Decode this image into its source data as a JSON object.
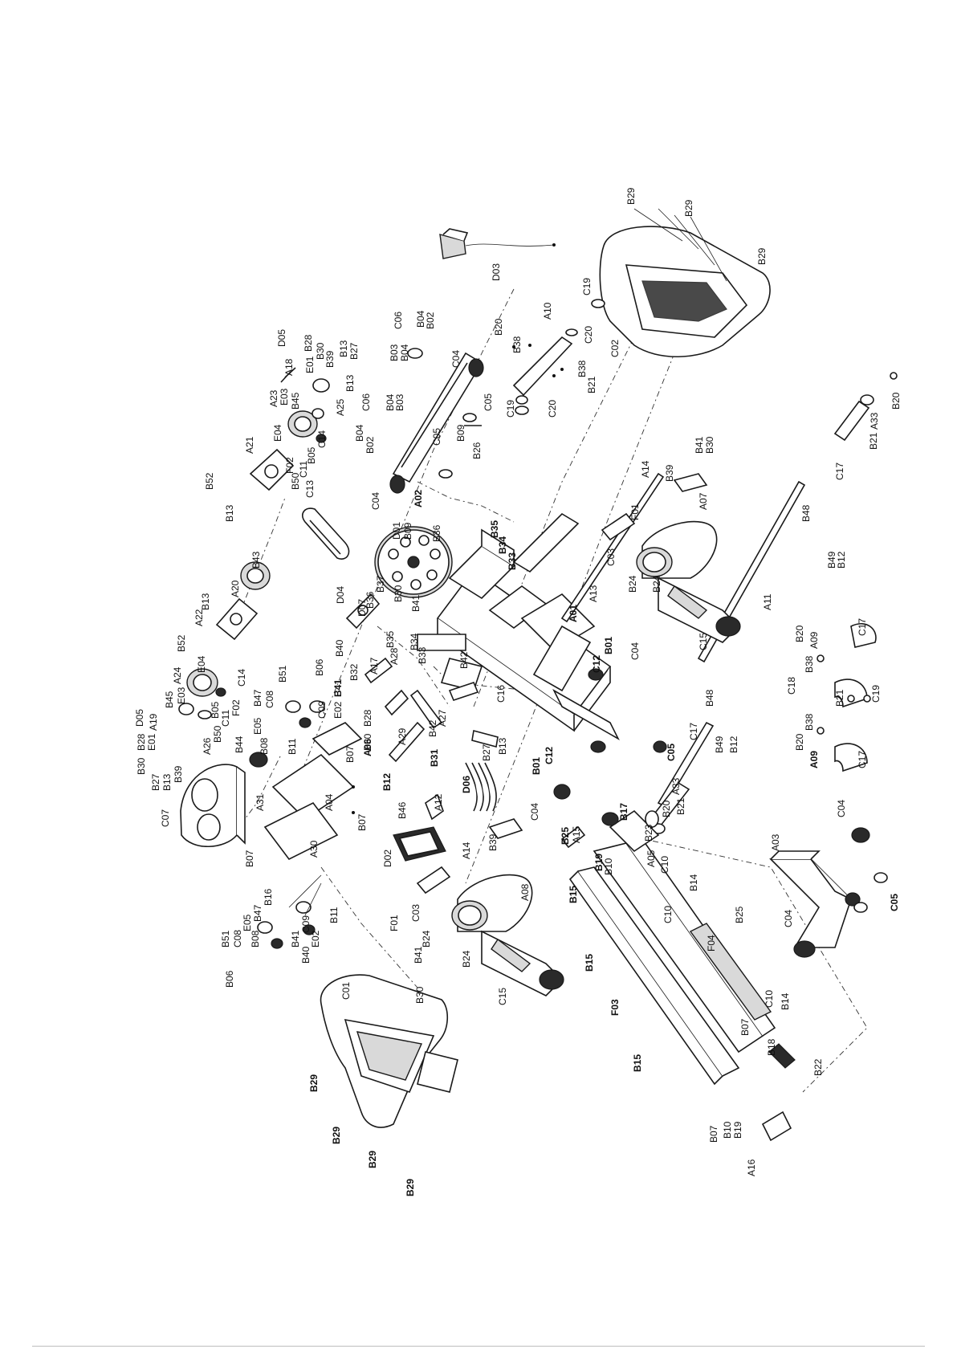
{
  "diagram": {
    "labels": {
      "b29_top": "B29",
      "b29_top2": "B29",
      "b29_right": "B29",
      "d03": "D03",
      "c02": "C02",
      "c19_a": "C19",
      "a10": "A10",
      "c20_a": "C20",
      "b20_a": "B20",
      "b38_a": "B38",
      "b38_b": "B38",
      "b21_a": "B21",
      "c20_b": "C20",
      "c19_b": "C19",
      "d05_a": "D05",
      "b28_a": "B28",
      "b30_a": "B30",
      "b13_a": "B13",
      "b27_a": "B27",
      "a18": "A18",
      "e01_a": "E01",
      "b39_a": "B39",
      "b13_b": "B13",
      "a25": "A25",
      "a23": "A23",
      "e03_a": "E03",
      "b45_a": "B45",
      "c14_a": "C14",
      "b05_a": "B05",
      "c11_a": "C11",
      "f02_a": "F02",
      "b50_a": "B50",
      "e04_a": "E04",
      "a21": "A21",
      "b52_a": "B52",
      "b13_c": "B13",
      "c13": "C13",
      "c06_a": "C06",
      "b04_a": "B04",
      "b02_a": "B02",
      "b03_a": "B03",
      "b04_b": "B04",
      "c04_a": "C04",
      "c06_b": "C06",
      "b04_c": "B04",
      "b03_b": "B03",
      "b02_b": "B02",
      "b04_d": "B04",
      "c05_a": "C05",
      "b09_a": "B09",
      "b26": "B26",
      "c05_b": "C05",
      "c04_b": "C04",
      "a02": "A02",
      "d01": "D01",
      "b09_b": "B09",
      "b36_a": "B36",
      "b35_a": "B35",
      "b34_a": "B34",
      "b33_a": "B33",
      "b37": "B37",
      "b36_b": "B36",
      "b30_b": "B30",
      "b41_a": "B41",
      "a01": "A01",
      "a43": "B43",
      "a20": "A20",
      "b13_d": "B13",
      "a22": "A22",
      "b52_b": "B52",
      "a24": "A24",
      "e04_b": "E04",
      "c14_b": "C14",
      "e03_b": "E03",
      "b45_b": "B45",
      "d05_b": "D05",
      "a19": "A19",
      "b28_b": "B28",
      "e01_b": "E01",
      "b30_c": "B30",
      "b27_b": "B27",
      "b13_e": "B13",
      "b39_b": "B39",
      "a26": "A26",
      "b50_b": "B50",
      "c11_b": "C11",
      "b05_b": "B05",
      "f02_b": "F02",
      "d04": "D04",
      "d07": "D07",
      "b40_a": "B40",
      "b32": "B32",
      "a17": "A17",
      "a28": "A28",
      "b35_b": "B35",
      "b34_b": "B34",
      "b33_b": "B33",
      "b42_a": "B42",
      "c16": "C16",
      "b06_a": "B06",
      "b51_a": "B51",
      "b41_b": "B41",
      "e02_a": "E02",
      "c09_a": "C09",
      "b47_a": "B47",
      "c08_a": "C08",
      "e05_a": "E05",
      "b08_a": "B08",
      "b11_a": "B11",
      "b07_a": "B07",
      "b44": "B44",
      "c07": "C07",
      "a31": "A31",
      "a04": "A04",
      "b07_b": "B07",
      "a30": "A30",
      "b07_c": "B07",
      "a06_a": "A06",
      "a20b": "A29",
      "b28_c": "B28",
      "b30_d": "B30",
      "a27": "A27",
      "b42_b": "B42",
      "b31": "B31",
      "b12_a": "B12",
      "b13_f": "B13",
      "b27_c": "B27",
      "d06": "D06",
      "a12": "A12",
      "b46": "B46",
      "d02": "D02",
      "a14_a": "A14",
      "b39_c": "B39",
      "a08": "A08",
      "f01_a": "F01",
      "c03_a": "C03",
      "b24_a": "B24",
      "b41_c": "B41",
      "b30_e": "B30",
      "b24_b": "B24",
      "c15_a": "C15",
      "b16": "B16",
      "b47_b": "B47",
      "b51_b": "B51",
      "e05_b": "E05",
      "c08_b": "C08",
      "b08_b": "B08",
      "b06_b": "B06",
      "b40_b": "B40",
      "b41_d": "B41",
      "e02_b": "E02",
      "c09_b": "C09",
      "b11_b": "B11",
      "c01": "C01",
      "b29_a": "B29",
      "b29_b": "B29",
      "b29_c": "B29",
      "b29_d": "B29",
      "a14_b": "A14",
      "b39_d": "B39",
      "b41_e": "B41",
      "b30_f": "B30",
      "f01_b": "F01",
      "a07": "A07",
      "c03_b": "C03",
      "b24_c": "B24",
      "b24_d": "B24",
      "c15_b": "C15",
      "a13": "A13",
      "b01_a": "B01",
      "c12_a": "C12",
      "c04_c": "C04",
      "c05_c": "C05",
      "b01_b": "B01",
      "c12_b": "C12",
      "c04_d": "C04",
      "a33_a": "A33",
      "b20_b": "B20",
      "b21_b": "B21",
      "c17_a": "C17",
      "b48_a": "B48",
      "b49_a": "B49",
      "b12_b": "B12",
      "a11": "A11",
      "b48_b": "B48",
      "c17_b": "C17",
      "b49_b": "B49",
      "b12_c": "B12",
      "a33_b": "A33",
      "b21_c": "B21",
      "b20_c": "B20",
      "a09_a": "A09",
      "b20_d": "B20",
      "b38_c": "B38",
      "c17_c": "C17",
      "c18": "C18",
      "b21_d": "B21",
      "c19_c": "C19",
      "b38_d": "B38",
      "b20_e": "B20",
      "a09_b": "A09",
      "c17_d": "C17",
      "b25_a": "B25",
      "a15": "A15",
      "b17": "B17",
      "b23": "B23",
      "a05": "A05",
      "c10_a": "C10",
      "b14_a": "B14",
      "b19_a": "B19",
      "b10_a": "B10",
      "b15_a": "B15",
      "c10_b": "C10",
      "b25_b": "B25",
      "f04": "F04",
      "b15_b": "B15",
      "f03": "F03",
      "c10_c": "C10",
      "b14_b": "B14",
      "b07_d": "B07",
      "b18": "B18",
      "b22": "B22",
      "b15_c": "B15",
      "b07_e": "B07",
      "b10_b": "B10",
      "b19_b": "B19",
      "a16": "A16",
      "a03": "A03",
      "c04_e": "C04",
      "c05_d": "C05",
      "c04_f": "C04"
    }
  }
}
